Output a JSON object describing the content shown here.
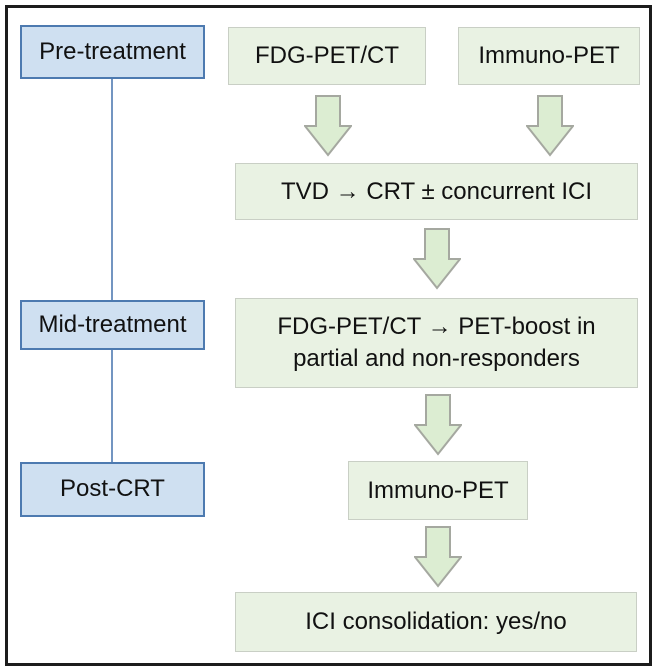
{
  "figure": {
    "type": "flowchart",
    "description": "Treatment timeline flowchart with PET imaging steps"
  },
  "timeline": {
    "items": [
      {
        "label": "Pre-treatment"
      },
      {
        "label": "Mid-treatment"
      },
      {
        "label": "Post-CRT"
      }
    ]
  },
  "flow": {
    "pretreatment_scan_left": "FDG-PET/CT",
    "pretreatment_scan_right": "Immuno-PET",
    "planning": "TVD → CRT ± concurrent ICI",
    "midtreatment_lines": [
      "FDG-PET/CT → PET-boost in",
      "partial and non-responders"
    ],
    "post_crt_scan": "Immuno-PET",
    "consolidation": "ICI consolidation: yes/no"
  },
  "icons": {
    "down_arrow": "down-arrow"
  },
  "colors": {
    "stage_box_fill": "#cfe0f1",
    "stage_box_border": "#4d7ab0",
    "connector_line": "#7395c1",
    "flow_box_fill": "#e9f2e3",
    "flow_box_border": "#c9cfc5",
    "arrow_fill": "#dcedd2",
    "arrow_border": "#a5a8a0",
    "frame_border": "#1c1c1c",
    "text": "#111111"
  }
}
